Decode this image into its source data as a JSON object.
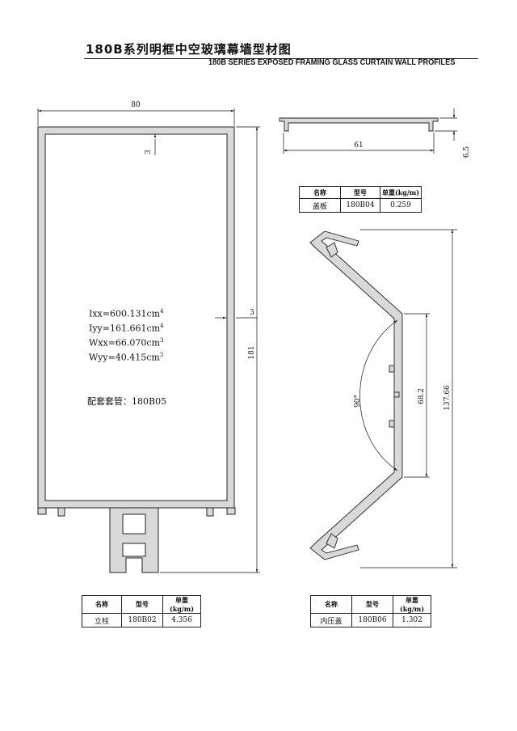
{
  "title": {
    "cn": "180B系列明框中空玻璃幕墙型材图",
    "en": "180B SERIES EXPOSED FRAMING GLASS CURTAIN WALL PROFILES"
  },
  "dims": {
    "mullion_width": "80",
    "wall_top": "3",
    "wall_side": "3",
    "mullion_height": "181",
    "cover_width": "61",
    "cover_height": "6.5",
    "pressure_short": "68.2",
    "pressure_long": "137.66",
    "angle": "90°"
  },
  "properties": {
    "ixx_label": "Ixx=600.131cm",
    "ixx_exp": "4",
    "iyy_label": "Iyy=161.661cm",
    "iyy_exp": "4",
    "wxx_label": "Wxx=66.070cm",
    "wxx_exp": "3",
    "wyy_label": "Wyy=40.415cm",
    "wyy_exp": "3",
    "match_sleeve": "配套套管：180B05"
  },
  "table_headers": {
    "name": "名称",
    "model": "型号",
    "weight": "单重(kg/m)"
  },
  "tables": [
    {
      "name": "盖板",
      "model": "180B04",
      "weight": "0.259"
    },
    {
      "name": "立柱",
      "model": "180B02",
      "weight": "4.356"
    },
    {
      "name": "内压盖",
      "model": "180B06",
      "weight": "1.302"
    }
  ]
}
